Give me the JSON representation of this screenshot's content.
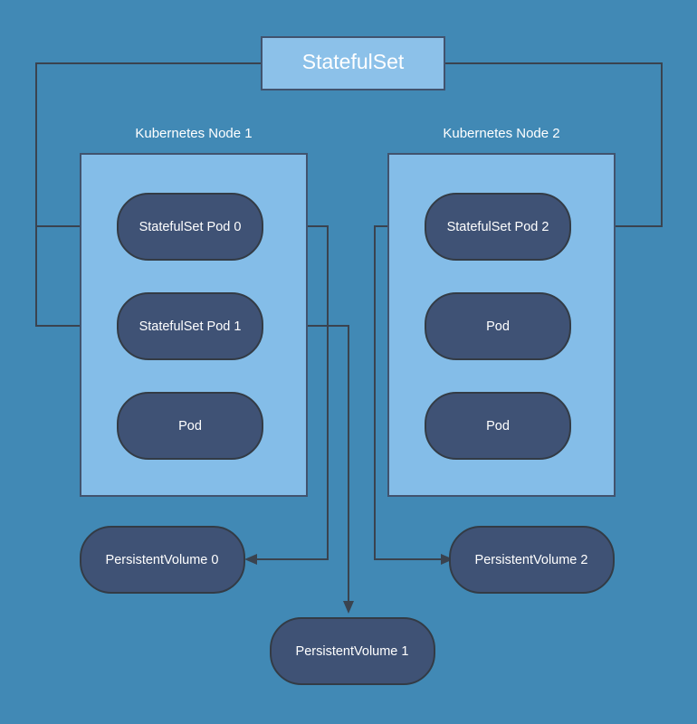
{
  "diagram": {
    "title": "StatefulSet",
    "background_color": "#4189b5",
    "node_box_color": "#84bde8",
    "pod_color": "#3f5275",
    "edge_color": "#3a434f",
    "text_color": "#ffffff"
  },
  "statefulset": {
    "label": "StatefulSet"
  },
  "nodes": [
    {
      "id": "node-1",
      "label": "Kubernetes Node 1",
      "pods": [
        {
          "id": "pod-ss-0",
          "label": "StatefulSet Pod 0",
          "kind": "statefulset-pod"
        },
        {
          "id": "pod-ss-1",
          "label": "StatefulSet Pod 1",
          "kind": "statefulset-pod"
        },
        {
          "id": "pod-plain-1",
          "label": "Pod",
          "kind": "pod"
        }
      ]
    },
    {
      "id": "node-2",
      "label": "Kubernetes Node 2",
      "pods": [
        {
          "id": "pod-ss-2",
          "label": "StatefulSet Pod 2",
          "kind": "statefulset-pod"
        },
        {
          "id": "pod-plain-2",
          "label": "Pod",
          "kind": "pod"
        },
        {
          "id": "pod-plain-3",
          "label": "Pod",
          "kind": "pod"
        }
      ]
    }
  ],
  "volumes": [
    {
      "id": "pv-0",
      "label": "PersistentVolume 0"
    },
    {
      "id": "pv-1",
      "label": "PersistentVolume 1"
    },
    {
      "id": "pv-2",
      "label": "PersistentVolume 2"
    }
  ],
  "edges": [
    {
      "from": "StatefulSet",
      "to": "StatefulSet Pod 0"
    },
    {
      "from": "StatefulSet",
      "to": "StatefulSet Pod 1"
    },
    {
      "from": "StatefulSet",
      "to": "StatefulSet Pod 2"
    },
    {
      "from": "StatefulSet Pod 0",
      "to": "PersistentVolume 0"
    },
    {
      "from": "StatefulSet Pod 1",
      "to": "PersistentVolume 1"
    },
    {
      "from": "StatefulSet Pod 2",
      "to": "PersistentVolume 2"
    }
  ]
}
